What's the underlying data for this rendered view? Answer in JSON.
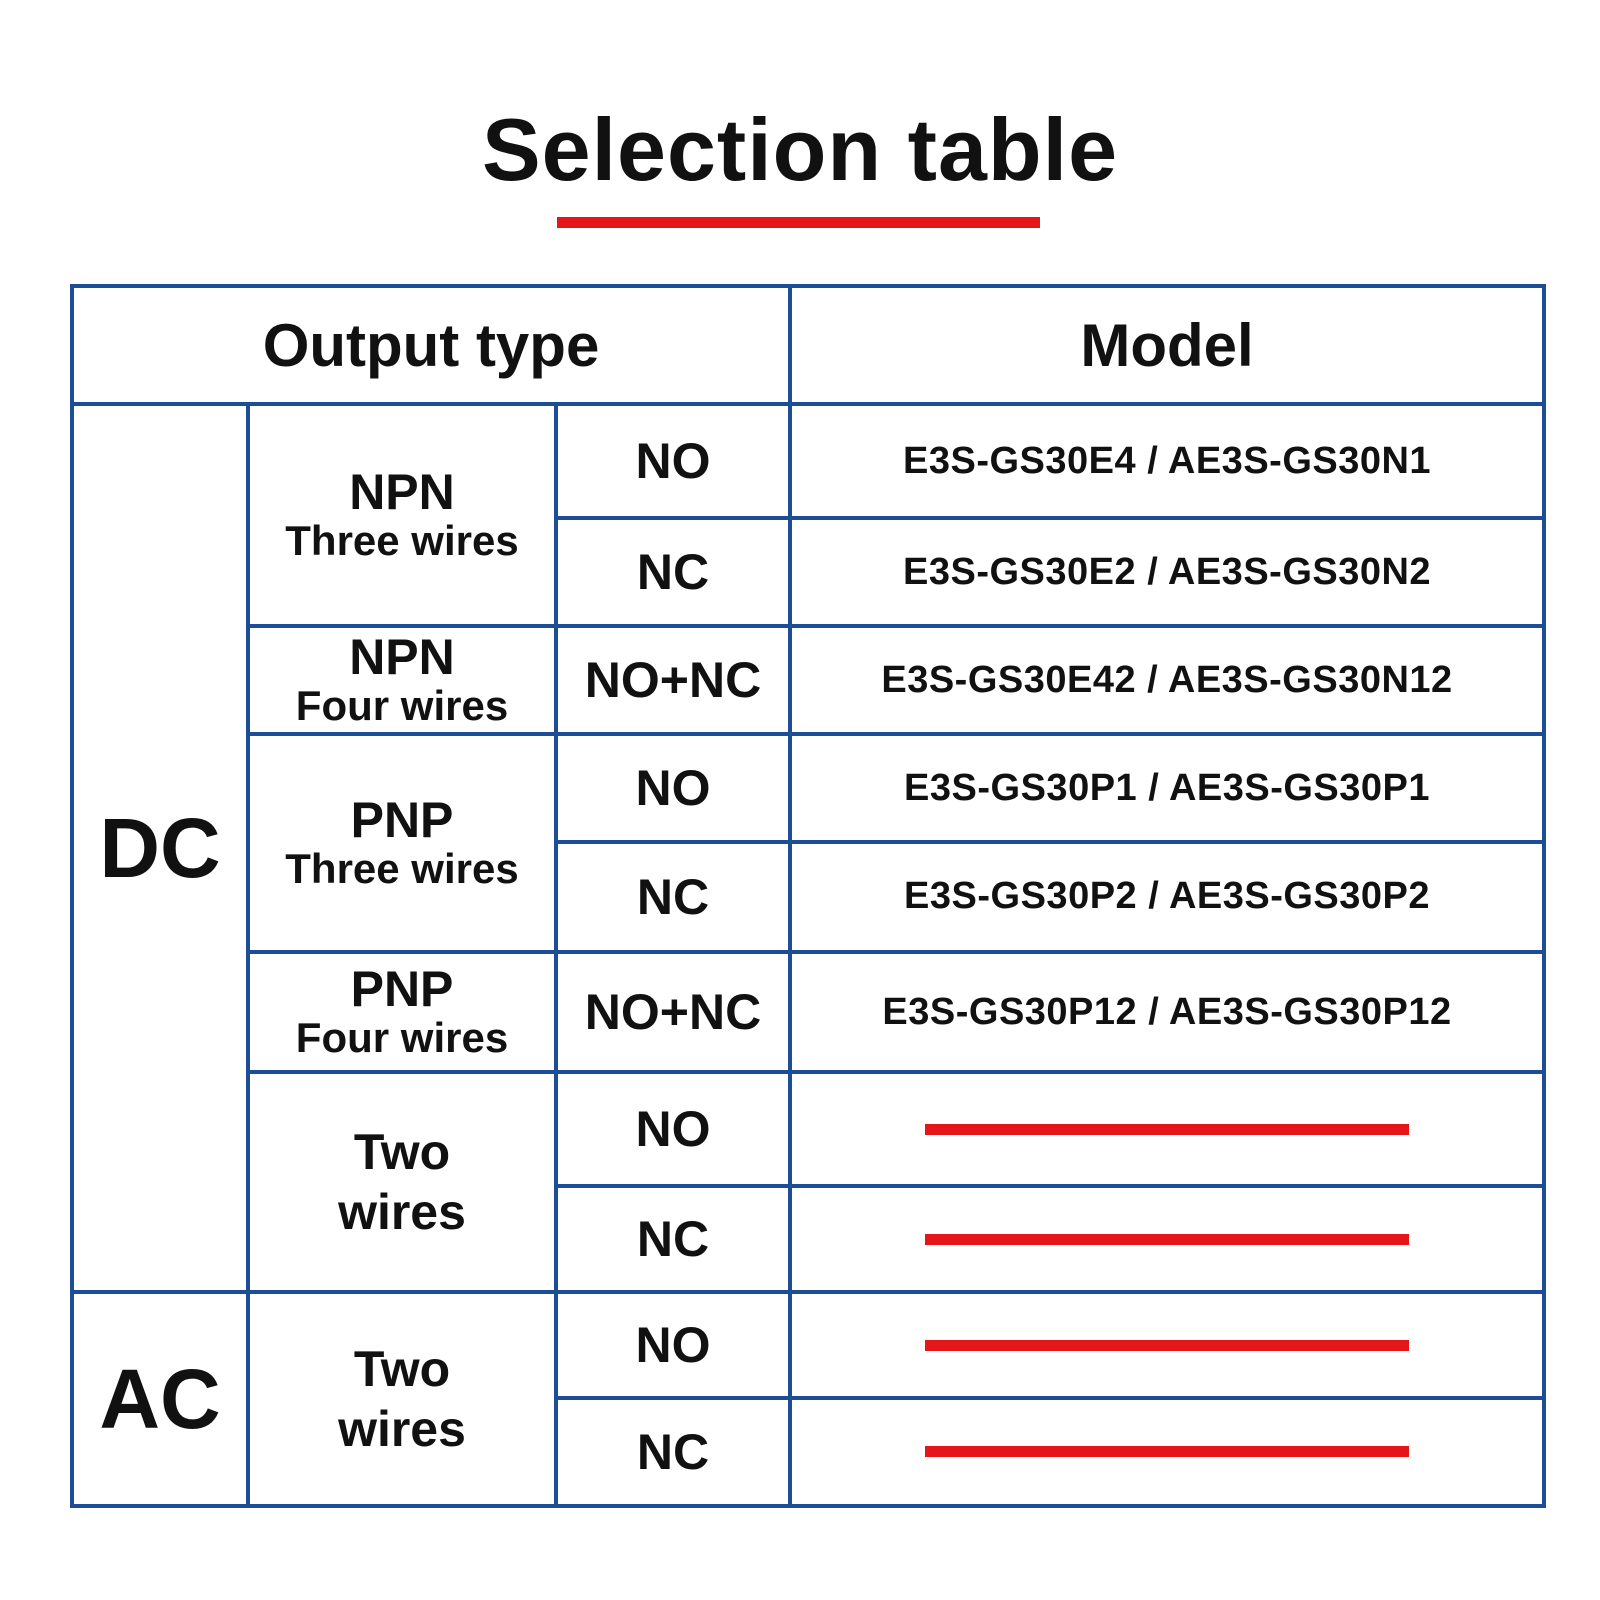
{
  "title": "Selection table",
  "colors": {
    "border": "#1b4e96",
    "accent": "#e5161a",
    "text": "#111111"
  },
  "header": {
    "output_type": "Output type",
    "model": "Model"
  },
  "current": {
    "dc": "DC",
    "ac": "AC"
  },
  "groups": {
    "npn3": {
      "name": "NPN",
      "wires": "Three wires"
    },
    "npn4": {
      "name": "NPN",
      "wires": "Four wires"
    },
    "pnp3": {
      "name": "PNP",
      "wires": "Three wires"
    },
    "pnp4": {
      "name": "PNP",
      "wires": "Four wires"
    },
    "dc2": {
      "line1": "Two",
      "line2": "wires"
    },
    "ac2": {
      "line1": "Two",
      "line2": "wires"
    }
  },
  "rows": [
    {
      "switch": "NO",
      "model": "E3S-GS30E4 / AE3S-GS30N1"
    },
    {
      "switch": "NC",
      "model": "E3S-GS30E2 / AE3S-GS30N2"
    },
    {
      "switch": "NO+NC",
      "model": "E3S-GS30E42 / AE3S-GS30N12"
    },
    {
      "switch": "NO",
      "model": "E3S-GS30P1 / AE3S-GS30P1"
    },
    {
      "switch": "NC",
      "model": "E3S-GS30P2 / AE3S-GS30P2"
    },
    {
      "switch": "NO+NC",
      "model": "E3S-GS30P12 / AE3S-GS30P12"
    },
    {
      "switch": "NO",
      "model": ""
    },
    {
      "switch": "NC",
      "model": ""
    },
    {
      "switch": "NO",
      "model": ""
    },
    {
      "switch": "NC",
      "model": ""
    }
  ]
}
